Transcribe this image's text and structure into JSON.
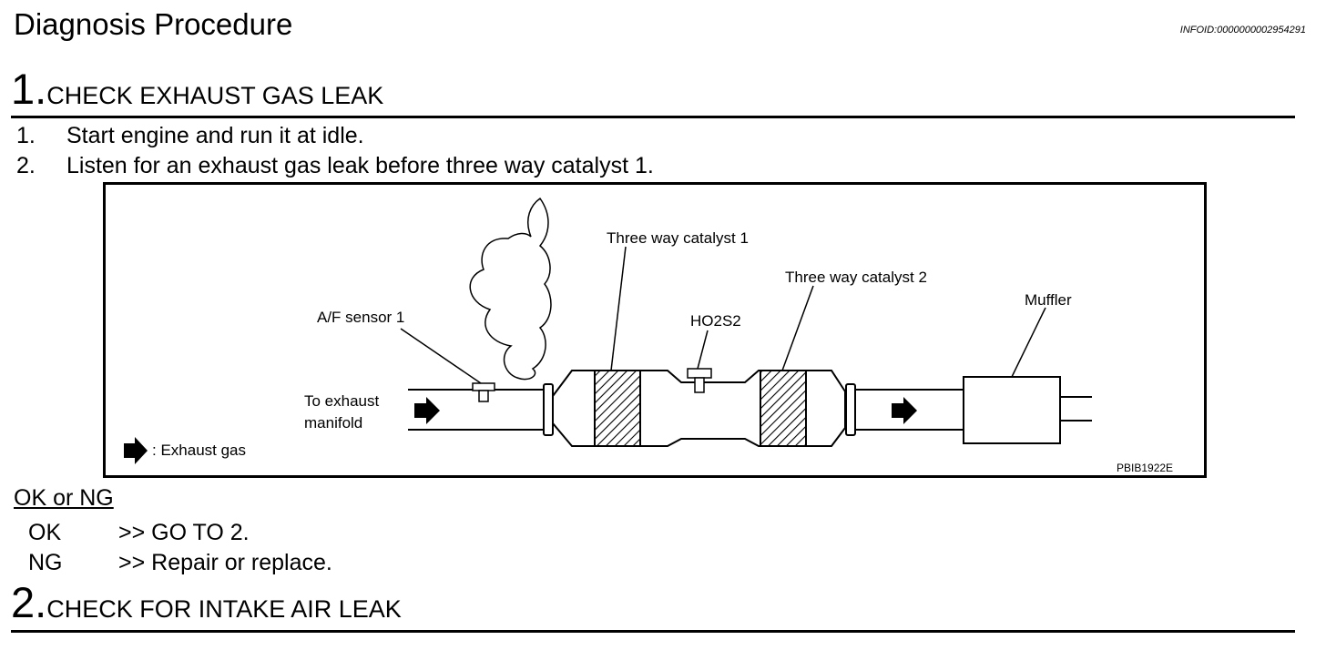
{
  "header": {
    "title": "Diagnosis Procedure",
    "info_id": "INFOID:0000000002954291"
  },
  "step1": {
    "number": "1.",
    "title": "CHECK EXHAUST GAS LEAK",
    "items": [
      {
        "num": "1.",
        "text": "Start engine and run it at idle."
      },
      {
        "num": "2.",
        "text": "Listen for an exhaust gas leak before three way catalyst 1."
      }
    ]
  },
  "figure": {
    "labels": {
      "af_sensor": "A/F sensor 1",
      "catalyst1": "Three way catalyst 1",
      "ho2s2": "HO2S2",
      "catalyst2": "Three way catalyst 2",
      "muffler": "Muffler",
      "to_exhaust_1": "To exhaust",
      "to_exhaust_2": "manifold",
      "legend": ": Exhaust gas",
      "code": "PBIB1922E"
    }
  },
  "results": {
    "heading": "OK or NG",
    "items": [
      {
        "key": "OK",
        "text": ">> GO TO 2."
      },
      {
        "key": "NG",
        "text": ">> Repair or replace."
      }
    ]
  },
  "step2": {
    "number": "2.",
    "title": "CHECK FOR INTAKE AIR LEAK"
  }
}
